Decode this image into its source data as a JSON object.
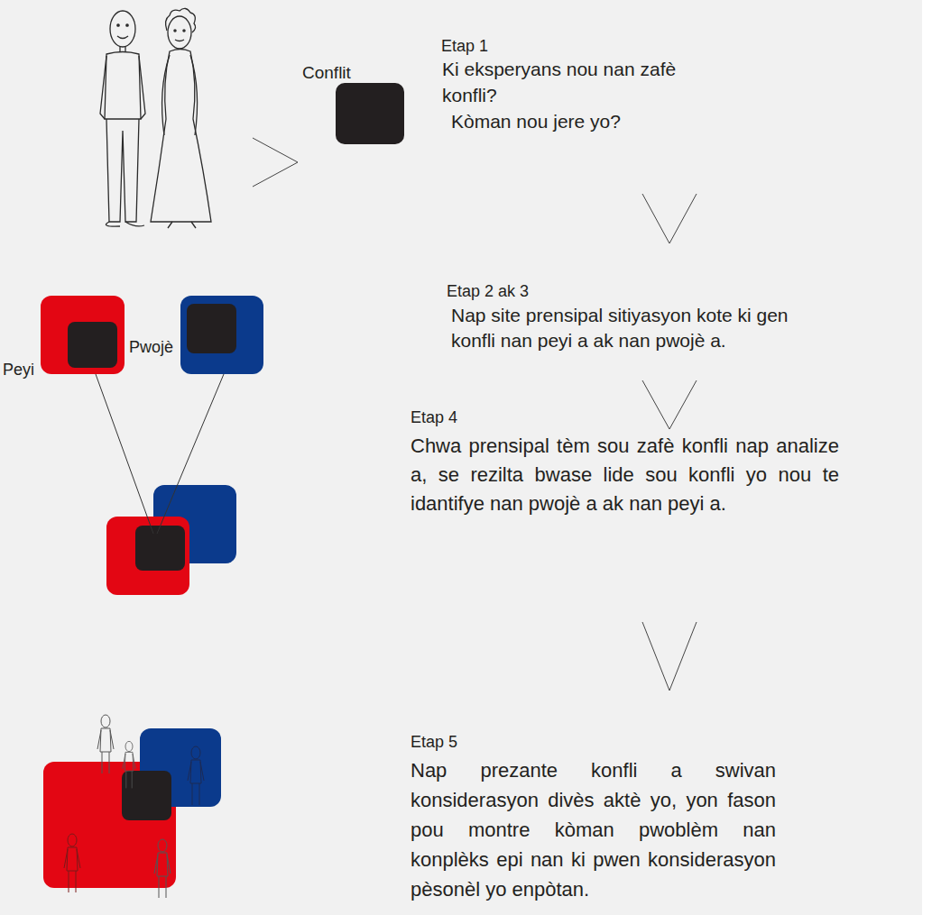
{
  "diagram": {
    "nodes": [
      {
        "text": [
          "Conflit"
        ]
      },
      {
        "text": [
          "Peyi"
        ]
      },
      {
        "text": [
          "Pwojè"
        ]
      }
    ],
    "labels": [
      "Etap 1",
      "Ki eksperyans nou nan zafè konfli?",
      "Kòman nou jere yo?",
      "Etap 2 ak 3",
      "Nap site prensipal sitiyasyon kote ki gen konfli nan peyi a ak nan pwojè a.",
      "Etap 4",
      "Chwa prensipal tèm sou zafè konfli nap analize a, se rezilta bwase lide sou konfli yo nou te idantifye nan pwojè a ak nan peyi a.",
      "Etap 5",
      "Nap prezante konfli a swivan konsiderasyon divès aktè yo, yon fason pou montre kòman pwoblèm nan konplèks epi nan ki pwen konsiderasyon pèsonèl yo enpòtan."
    ]
  }
}
